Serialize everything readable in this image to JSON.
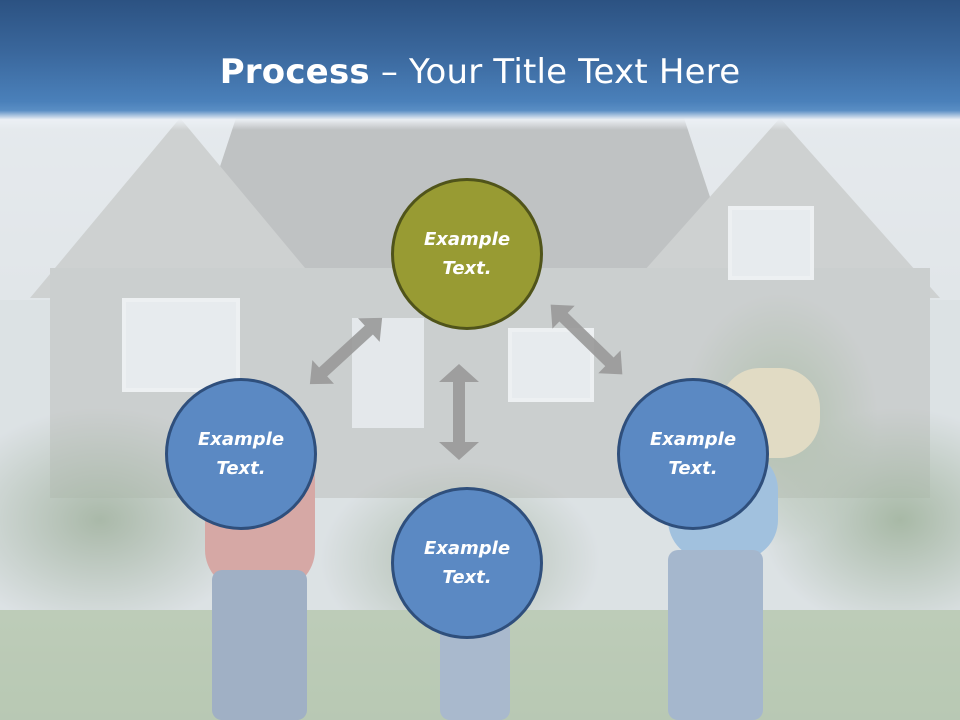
{
  "slide": {
    "title": {
      "bold": "Process",
      "rest": " – Your Title Text Here"
    },
    "colors": {
      "title_bar_top": "#2c5282",
      "title_bar_bottom": "#4a80ba",
      "node_center_fill": "#989b33",
      "node_center_border": "#50541a",
      "node_fill": "#5b89c3",
      "node_border": "#2f4f7c",
      "arrow": "#999999"
    },
    "diagram": {
      "nodes": [
        {
          "id": "top",
          "text": "Example\nText."
        },
        {
          "id": "left",
          "text": "Example\nText."
        },
        {
          "id": "bottom",
          "text": "Example\nText."
        },
        {
          "id": "right",
          "text": "Example\nText."
        }
      ],
      "connectors": [
        {
          "from": "top",
          "to": "left",
          "type": "double-arrow"
        },
        {
          "from": "top",
          "to": "right",
          "type": "double-arrow"
        },
        {
          "from": "top",
          "to": "bottom",
          "type": "double-arrow"
        }
      ]
    },
    "background": "family-running-in-front-of-house-photo"
  }
}
